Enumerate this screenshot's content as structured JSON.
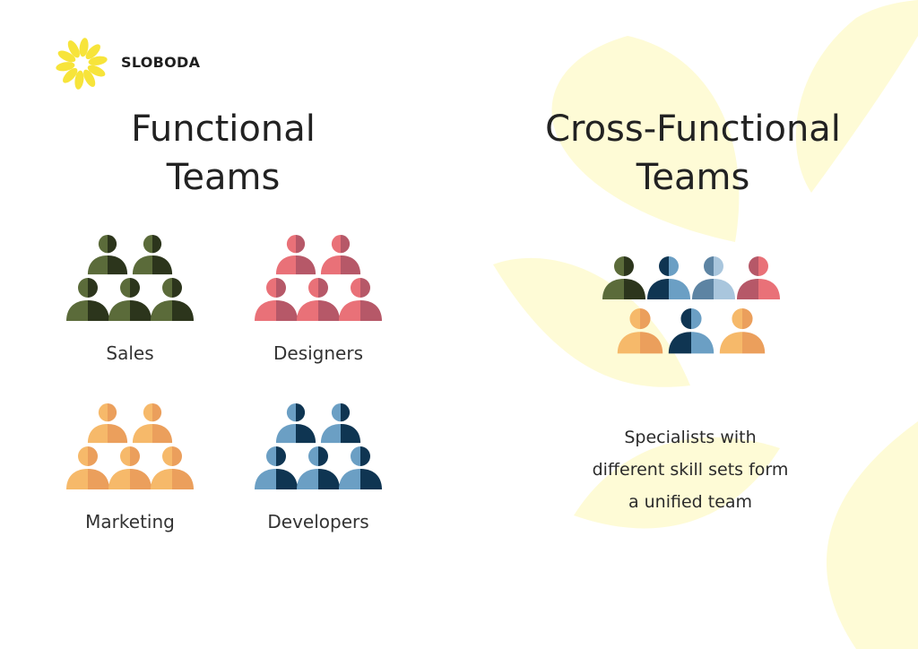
{
  "brand": {
    "name": "SLOBODA",
    "logo_icon": "flower-icon",
    "logo_color": "#f7e43a"
  },
  "background": {
    "leaf_color": "#fefbd6"
  },
  "functional": {
    "title_lines": [
      "Functional",
      "Teams"
    ],
    "groups": [
      {
        "label": "Sales",
        "colors": [
          "#5b6b3a",
          "#2c351c"
        ]
      },
      {
        "label": "Designers",
        "colors": [
          "#e97178",
          "#b65868"
        ]
      },
      {
        "label": "Marketing",
        "colors": [
          "#f6b96a",
          "#eb9f5c"
        ]
      },
      {
        "label": "Developers",
        "colors": [
          "#6b9fc4",
          "#0f3552"
        ]
      }
    ]
  },
  "cross_functional": {
    "title_lines": [
      "Cross-Functional",
      "Teams"
    ],
    "people": [
      {
        "colors": [
          "#5b6b3a",
          "#2c351c"
        ]
      },
      {
        "colors": [
          "#0f3552",
          "#6b9fc4"
        ]
      },
      {
        "colors": [
          "#5d84a3",
          "#a9c6dd"
        ]
      },
      {
        "colors": [
          "#b65868",
          "#e97178"
        ]
      },
      {
        "colors": [
          "#f6b96a",
          "#eb9f5c"
        ]
      },
      {
        "colors": [
          "#0f3552",
          "#6b9fc4"
        ]
      },
      {
        "colors": [
          "#f6b96a",
          "#eb9f5c"
        ]
      }
    ],
    "description_lines": [
      "Specialists with",
      "different skill sets form",
      "a unified team"
    ]
  }
}
